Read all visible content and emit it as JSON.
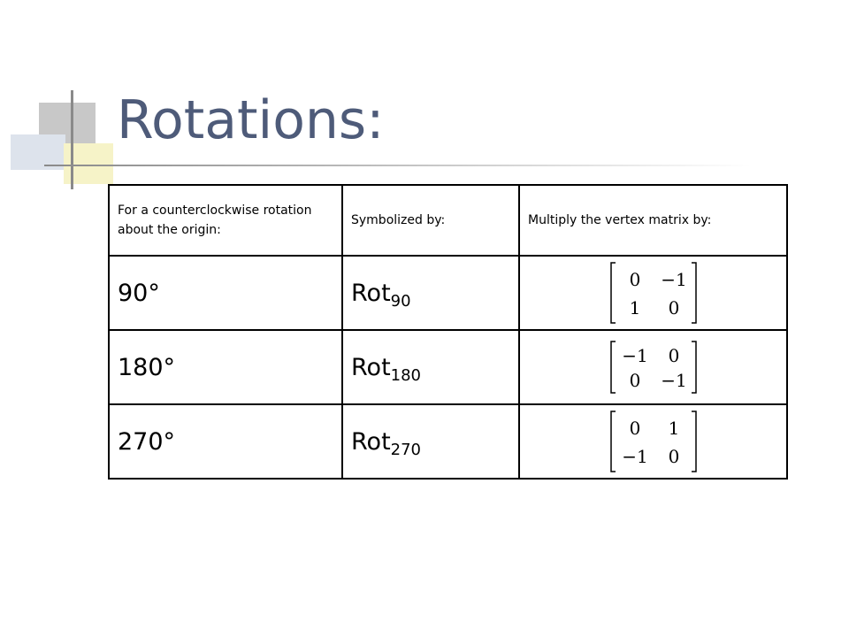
{
  "title": "Rotations:",
  "table": {
    "headers": [
      "For a counterclockwise rotation about the origin:",
      "Symbolized by:",
      "Multiply the vertex matrix by:"
    ],
    "rows": [
      {
        "degrees": "90°",
        "symbol": "Rot",
        "symbol_sub": "90",
        "matrix": [
          [
            "0",
            "−1"
          ],
          [
            "1",
            "0"
          ]
        ]
      },
      {
        "degrees": "180°",
        "symbol": "Rot",
        "symbol_sub": "180",
        "matrix": [
          [
            "−1",
            "0"
          ],
          [
            "0",
            "−1"
          ]
        ]
      },
      {
        "degrees": "270°",
        "symbol": "Rot",
        "symbol_sub": "270",
        "matrix": [
          [
            "0",
            "1"
          ],
          [
            "−1",
            "0"
          ]
        ]
      }
    ]
  }
}
